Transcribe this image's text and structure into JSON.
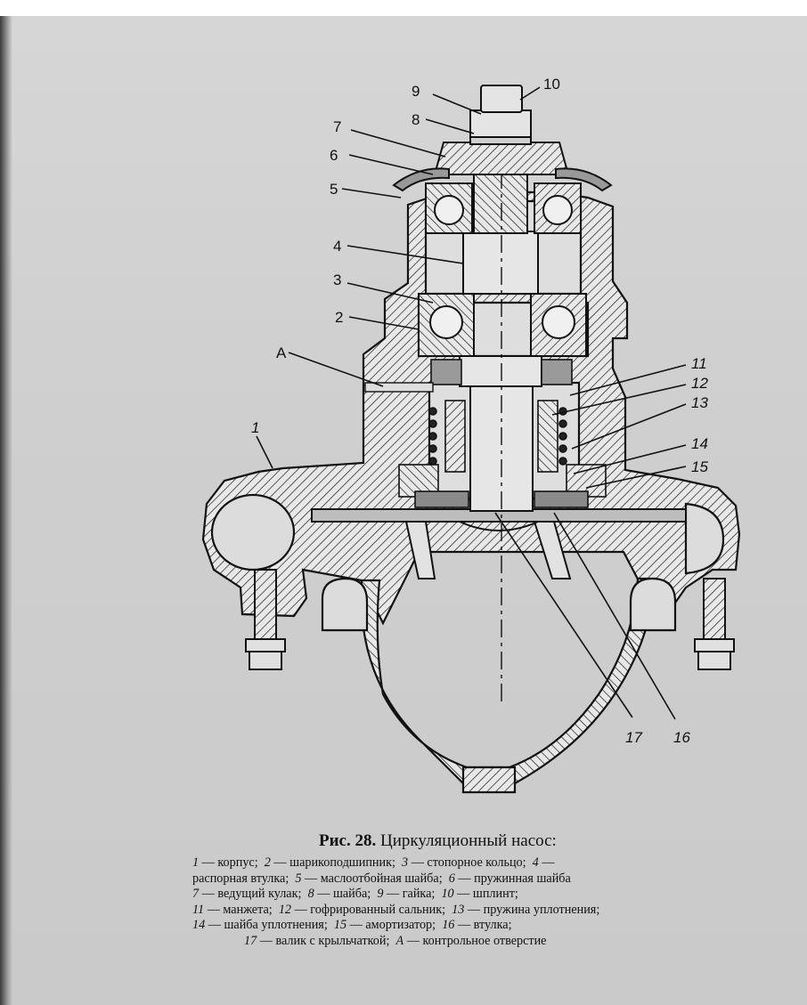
{
  "figure": {
    "callouts": [
      "9",
      "10",
      "8",
      "7",
      "6",
      "5",
      "4",
      "3",
      "2",
      "A",
      "11",
      "12",
      "13",
      "14",
      "15",
      "1",
      "17",
      "16"
    ]
  },
  "caption": {
    "label": "Рис. 28.",
    "title": "Циркуляционный насос:"
  },
  "legend": {
    "items": [
      {
        "num": "1",
        "text": "корпус"
      },
      {
        "num": "2",
        "text": "шарикоподшипник"
      },
      {
        "num": "3",
        "text": "стопорное кольцо"
      },
      {
        "num": "4",
        "text": "распорная втулка"
      },
      {
        "num": "5",
        "text": "маслоотбойная шайба"
      },
      {
        "num": "6",
        "text": "пружинная шайба"
      },
      {
        "num": "7",
        "text": "ведущий кулак"
      },
      {
        "num": "8",
        "text": "шайба"
      },
      {
        "num": "9",
        "text": "гайка"
      },
      {
        "num": "10",
        "text": "шплинт"
      },
      {
        "num": "11",
        "text": "манжета"
      },
      {
        "num": "12",
        "text": "гофрированный сальник"
      },
      {
        "num": "13",
        "text": "пружина уплотнения"
      },
      {
        "num": "14",
        "text": "шайба уплотнения"
      },
      {
        "num": "15",
        "text": "амортизатор"
      },
      {
        "num": "16",
        "text": "втулка"
      },
      {
        "num": "17",
        "text": "валик с крыльчаткой"
      },
      {
        "num": "А",
        "text": "контрольное отверстие"
      }
    ]
  }
}
